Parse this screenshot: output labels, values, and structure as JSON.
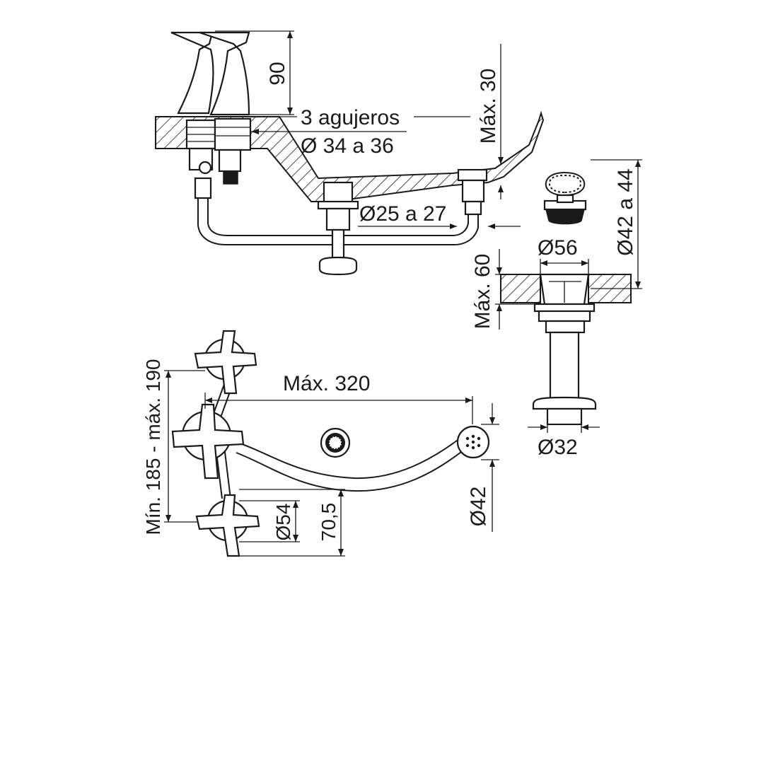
{
  "labels": {
    "handle_height": "90",
    "holes": "3 agujeros",
    "hole_diameter": "Ø 34 a 36",
    "max_30": "Máx. 30",
    "drain_hole": "Ø25 a 27",
    "diam_42_44": "Ø42 a 44",
    "diam_56": "Ø56",
    "max_60": "Máx. 60",
    "diam_32": "Ø32",
    "max_320": "Máx. 320",
    "min_max_spacing": "Mín. 185 - máx. 190",
    "diam_54": "Ø54",
    "dim_70_5": "70,5",
    "diam_42": "Ø42"
  }
}
